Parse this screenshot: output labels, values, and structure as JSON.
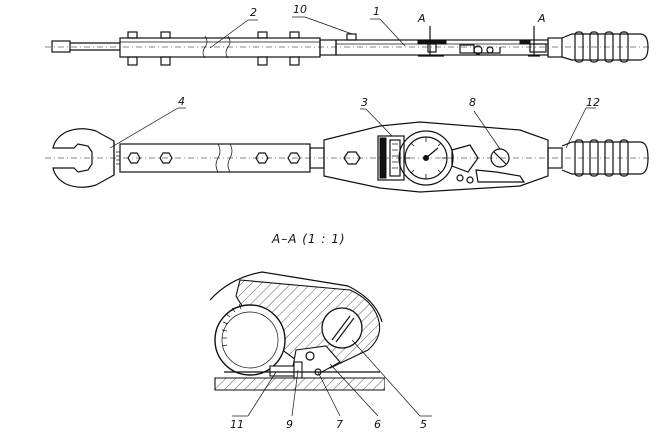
{
  "callouts": {
    "c1": "1",
    "c2": "2",
    "c3": "3",
    "c4": "4",
    "c5": "5",
    "c6": "6",
    "c7": "7",
    "c8": "8",
    "c9": "9",
    "c10": "10",
    "c11": "11",
    "c12": "12"
  },
  "section_marks": {
    "left": "A",
    "right": "A"
  },
  "section_title": "A–A (1 : 1)"
}
